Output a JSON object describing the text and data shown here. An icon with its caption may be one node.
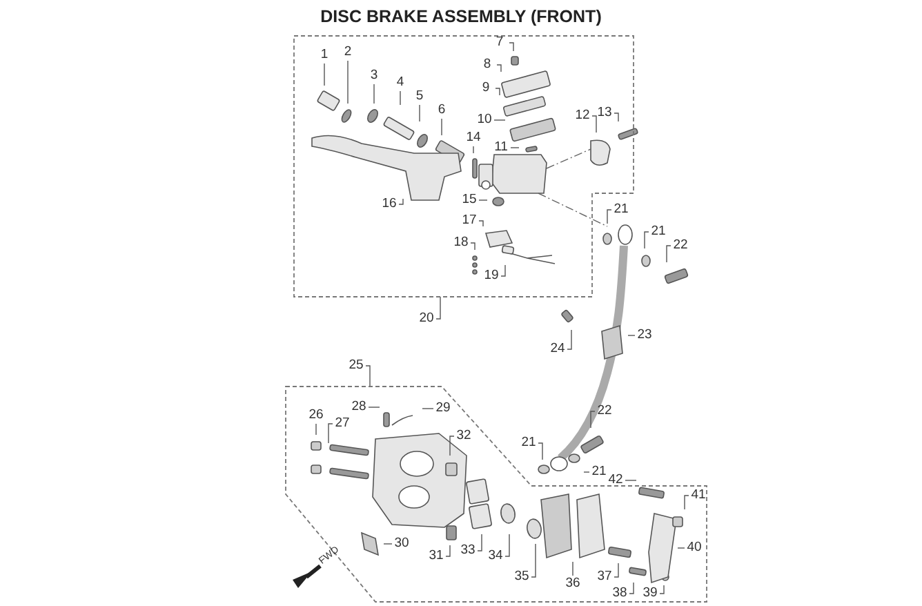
{
  "diagram": {
    "title": "DISC BRAKE ASSEMBLY (FRONT)",
    "nodes": [
      {
        "text": [],
        "shape": "box"
      },
      {
        "text": [
          "1"
        ],
        "in": 0
      },
      {
        "text": [
          "2"
        ],
        "in": 0
      },
      {
        "text": [
          "3"
        ],
        "in": 0
      },
      {
        "text": [
          "4"
        ],
        "in": 0
      },
      {
        "text": [
          "5"
        ],
        "in": 0
      },
      {
        "text": [
          "6"
        ],
        "in": 0
      },
      {
        "text": [
          "7"
        ],
        "in": 0
      },
      {
        "text": [
          "8"
        ],
        "in": 0
      },
      {
        "text": [
          "9"
        ],
        "in": 0
      },
      {
        "text": [
          "10"
        ],
        "in": 0
      },
      {
        "text": [
          "11"
        ],
        "in": 0
      },
      {
        "text": [
          "12"
        ],
        "in": 0
      },
      {
        "text": [
          "13"
        ],
        "in": 0
      },
      {
        "text": [
          "14"
        ],
        "in": 0
      },
      {
        "text": [
          "15"
        ],
        "in": 0
      },
      {
        "text": [
          "16"
        ],
        "in": 0
      },
      {
        "text": [
          "17"
        ],
        "in": 0
      },
      {
        "text": [
          "18"
        ],
        "in": 0
      },
      {
        "text": [
          "19"
        ],
        "in": 0
      },
      {
        "text": [
          "20"
        ]
      },
      {
        "text": [
          "21"
        ]
      },
      {
        "text": [
          "21"
        ]
      },
      {
        "text": [
          "22"
        ]
      },
      {
        "text": [
          "23"
        ]
      },
      {
        "text": [
          "24"
        ]
      },
      {
        "text": [
          "25"
        ]
      },
      {
        "text": [],
        "shape": "box"
      },
      {
        "text": [
          "26"
        ],
        "in": 27
      },
      {
        "text": [
          "27"
        ],
        "in": 27
      },
      {
        "text": [
          "28"
        ],
        "in": 27
      },
      {
        "text": [
          "29"
        ],
        "in": 27
      },
      {
        "text": [
          "30"
        ],
        "in": 27
      },
      {
        "text": [
          "31"
        ],
        "in": 27
      },
      {
        "text": [
          "32"
        ],
        "in": 27
      },
      {
        "text": [
          "33"
        ],
        "in": 27
      },
      {
        "text": [
          "34"
        ],
        "in": 27
      },
      {
        "text": [
          "35"
        ],
        "in": 27
      },
      {
        "text": [
          "36"
        ],
        "in": 27
      },
      {
        "text": [
          "37"
        ],
        "in": 27
      },
      {
        "text": [
          "38"
        ],
        "in": 27
      },
      {
        "text": [
          "39"
        ],
        "in": 27
      },
      {
        "text": [
          "40"
        ],
        "in": 27
      },
      {
        "text": [
          "41"
        ],
        "in": 27
      },
      {
        "text": [
          "42"
        ],
        "in": 27
      },
      {
        "text": [
          "22"
        ]
      },
      {
        "text": [
          "21"
        ]
      },
      {
        "text": [
          "21"
        ]
      }
    ],
    "edges": [
      {
        "from": 1,
        "to": null,
        "arrow": "none"
      },
      {
        "from": 2,
        "to": null,
        "arrow": "none"
      },
      {
        "from": 3,
        "to": null,
        "arrow": "none"
      },
      {
        "from": 4,
        "to": null,
        "arrow": "none"
      },
      {
        "from": 5,
        "to": null,
        "arrow": "none"
      },
      {
        "from": 6,
        "to": null,
        "arrow": "none"
      },
      {
        "from": 7,
        "to": null,
        "arrow": "none"
      },
      {
        "from": 8,
        "to": null,
        "arrow": "none"
      },
      {
        "from": 9,
        "to": null,
        "arrow": "none"
      },
      {
        "from": 10,
        "to": null,
        "arrow": "none"
      },
      {
        "from": 11,
        "to": null,
        "arrow": "none"
      },
      {
        "from": 12,
        "to": null,
        "arrow": "none"
      },
      {
        "from": 13,
        "to": null,
        "arrow": "none"
      },
      {
        "from": 14,
        "to": null,
        "arrow": "none"
      },
      {
        "from": 15,
        "to": null,
        "arrow": "none"
      },
      {
        "from": 16,
        "to": null,
        "arrow": "none"
      },
      {
        "from": 17,
        "to": null,
        "arrow": "none"
      },
      {
        "from": 18,
        "to": null,
        "arrow": "none"
      },
      {
        "from": 19,
        "to": null,
        "arrow": "none"
      },
      {
        "from": 20,
        "to": 0,
        "arrow": "none"
      },
      {
        "from": 21,
        "to": null,
        "arrow": "none"
      },
      {
        "from": 22,
        "to": null,
        "arrow": "none"
      },
      {
        "from": 23,
        "to": null,
        "arrow": "none"
      },
      {
        "from": 24,
        "to": null,
        "arrow": "none"
      },
      {
        "from": 25,
        "to": null,
        "arrow": "none"
      },
      {
        "from": 26,
        "to": 27,
        "arrow": "none"
      },
      {
        "from": 28,
        "to": null,
        "arrow": "none"
      },
      {
        "from": 29,
        "to": null,
        "arrow": "none"
      },
      {
        "from": 30,
        "to": null,
        "arrow": "none"
      },
      {
        "from": 31,
        "to": null,
        "arrow": "none"
      },
      {
        "from": 32,
        "to": null,
        "arrow": "none"
      },
      {
        "from": 33,
        "to": null,
        "arrow": "none"
      },
      {
        "from": 34,
        "to": null,
        "arrow": "none"
      },
      {
        "from": 35,
        "to": null,
        "arrow": "none"
      },
      {
        "from": 36,
        "to": null,
        "arrow": "none"
      },
      {
        "from": 37,
        "to": null,
        "arrow": "none"
      },
      {
        "from": 38,
        "to": null,
        "arrow": "none"
      },
      {
        "from": 39,
        "to": null,
        "arrow": "none"
      },
      {
        "from": 40,
        "to": null,
        "arrow": "none"
      },
      {
        "from": 41,
        "to": null,
        "arrow": "none"
      },
      {
        "from": 42,
        "to": null,
        "arrow": "none"
      },
      {
        "from": 43,
        "to": null,
        "arrow": "none"
      },
      {
        "from": 44,
        "to": null,
        "arrow": "none"
      },
      {
        "from": 45,
        "to": null,
        "arrow": "none"
      },
      {
        "from": 46,
        "to": null,
        "arrow": "none"
      },
      {
        "from": 47,
        "to": null,
        "arrow": "none"
      }
    ],
    "labels": [
      "FWD"
    ]
  }
}
